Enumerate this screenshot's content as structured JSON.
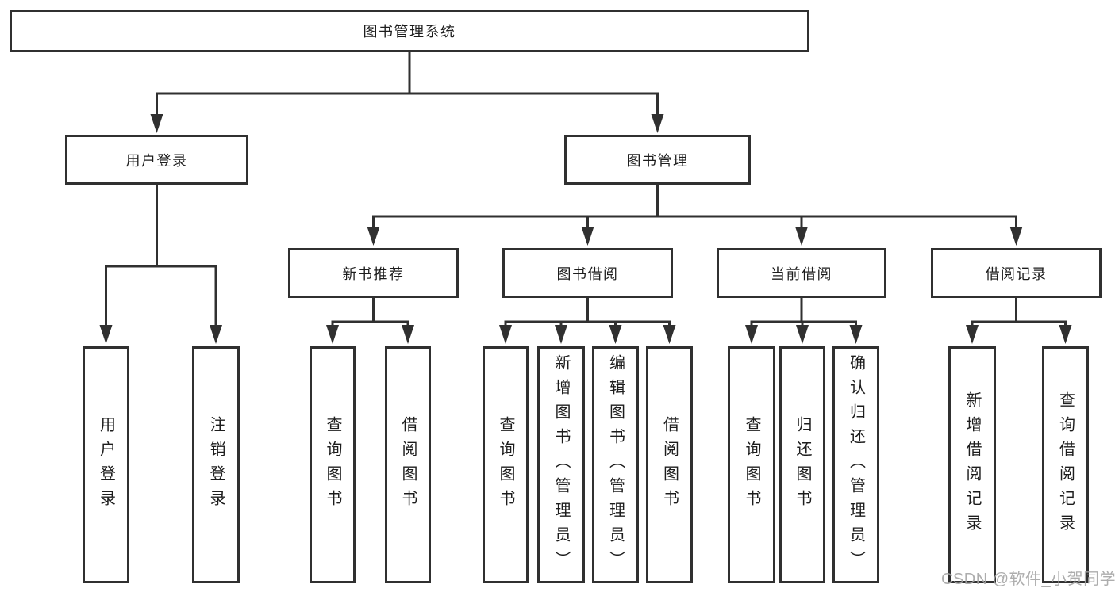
{
  "colors": {
    "line": "#303030",
    "box_border": "#303030",
    "text": "#1d1d1d",
    "background": "#ffffff",
    "watermark": "#a4a4a4"
  },
  "tree": {
    "label": "图书管理系统",
    "children": [
      {
        "label": "用户登录",
        "children": [
          {
            "label": "用户登录"
          },
          {
            "label": "注销登录"
          }
        ]
      },
      {
        "label": "图书管理",
        "children": [
          {
            "label": "新书推荐",
            "children": [
              {
                "label": "查询图书"
              },
              {
                "label": "借阅图书"
              }
            ]
          },
          {
            "label": "图书借阅",
            "children": [
              {
                "label": "查询图书"
              },
              {
                "label": "新增图书（管理员）"
              },
              {
                "label": "编辑图书（管理员）"
              },
              {
                "label": "借阅图书"
              }
            ]
          },
          {
            "label": "当前借阅",
            "children": [
              {
                "label": "查询图书"
              },
              {
                "label": "归还图书"
              },
              {
                "label": "确认归还（管理员）"
              }
            ]
          },
          {
            "label": "借阅记录",
            "children": [
              {
                "label": "新增借阅记录"
              },
              {
                "label": "查询借阅记录"
              }
            ]
          }
        ]
      }
    ]
  },
  "watermark": {
    "text": "CSDN @软件_小贺同学"
  }
}
